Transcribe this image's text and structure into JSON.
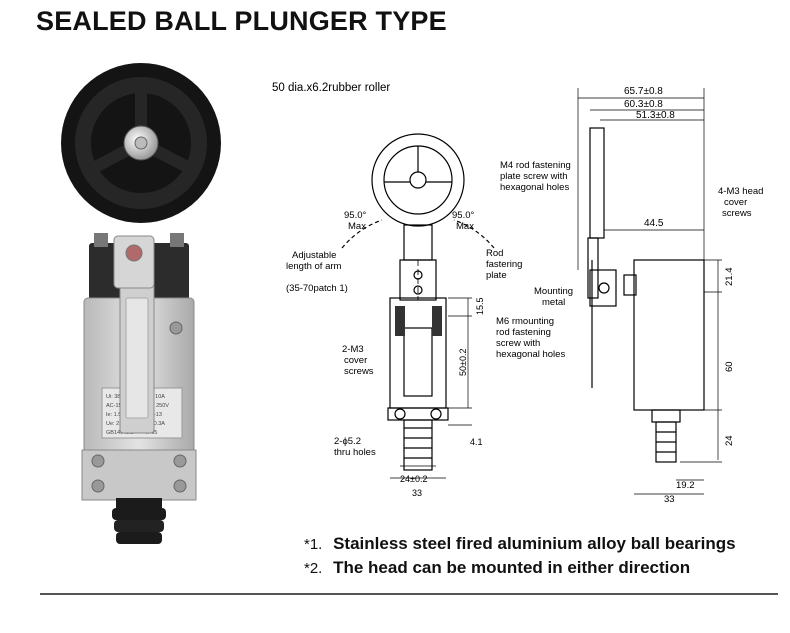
{
  "title": "SEALED BALL PLUNGER TYPE",
  "photo": {
    "label_lines": [
      [
        "Ui: 380V",
        "Ith: 10A"
      ],
      [
        "AC-15",
        "Ue: 250V"
      ],
      [
        "Ie: 1.5A",
        "DC-13"
      ],
      [
        "Ue: 220V",
        "Ie: 0.3A"
      ],
      [
        "GB14048.5",
        "IP65"
      ]
    ]
  },
  "drawing": {
    "callouts": {
      "roller": "50 dia.x6.2rubber roller",
      "rod_screw": [
        "M4 rod fastening",
        "plate screw with",
        "hexagonal holes"
      ],
      "angle_left": [
        "95.0°",
        "Max"
      ],
      "angle_right": [
        "95.0°",
        "Max"
      ],
      "adjustable": [
        "Adjustable",
        "length of arm",
        "(35-70patch 1)"
      ],
      "rod_plate": [
        "Rod",
        "fastering",
        "plate"
      ],
      "mounting_metal": [
        "Mounting",
        "metal"
      ],
      "m6_screw": [
        "M6 rmounting",
        "rod fastening",
        "screw with",
        "hexagonal holes"
      ],
      "cover_screws_left": [
        "2-M3",
        "cover",
        "screws"
      ],
      "cover_screws_right": [
        "4-M3 head",
        "cover",
        "screws"
      ],
      "thru_holes": [
        "2-ϕ5.2",
        "thru holes"
      ]
    },
    "dimensions": {
      "d657": "65.7±0.8",
      "d603": "60.3±0.8",
      "d513": "51.3±0.8",
      "d445": "44.5",
      "d214": "21.4",
      "d60": "60",
      "d24": "24",
      "d192": "19.2",
      "d33_right": "33",
      "d155": "15.5",
      "d50": "50±0.2",
      "d41": "4.1",
      "d24_front": "24±0.2",
      "d33_front": "33"
    }
  },
  "notes": [
    {
      "mark": "*1.",
      "text": "Stainless steel fired aluminium alloy ball bearings"
    },
    {
      "mark": "*2.",
      "text": "The head can be mounted in either direction"
    }
  ]
}
